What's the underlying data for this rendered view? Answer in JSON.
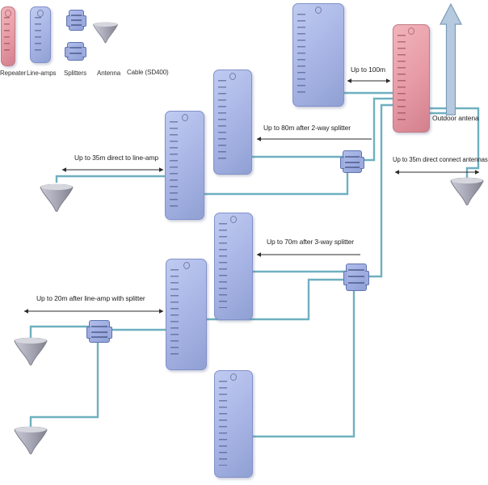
{
  "legend": {
    "items": [
      {
        "id": "repeater",
        "label": "Repeater"
      },
      {
        "id": "line-amps",
        "label": "Line-amps"
      },
      {
        "id": "splitters",
        "label": "Splitters"
      },
      {
        "id": "antenna",
        "label": "Antenna"
      },
      {
        "id": "cable",
        "label": "Cable (SD400)"
      }
    ]
  },
  "annotations": {
    "up_to_100m": "Up to 100m",
    "up_to_80m_2way": "Up to 80m after 2-way splitter",
    "up_to_35m_lineamp": "Up to 35m direct to line-amp",
    "up_to_35m_antennas": "Up to 35m direct connect antennas",
    "up_to_70m_3way": "Up to 70m after 3-way splitter",
    "up_to_20m_splitter": "Up to 20m after line-amp with splitter",
    "outdoor_antenna": "Outdoor antena"
  },
  "colors": {
    "repeater_fill": "#e69aa4",
    "line_amp_fill": "#a6b3e4",
    "cable": "#6fb0c0",
    "antenna": "#a7a7b6",
    "annotation_text": "#1c1c1c"
  }
}
